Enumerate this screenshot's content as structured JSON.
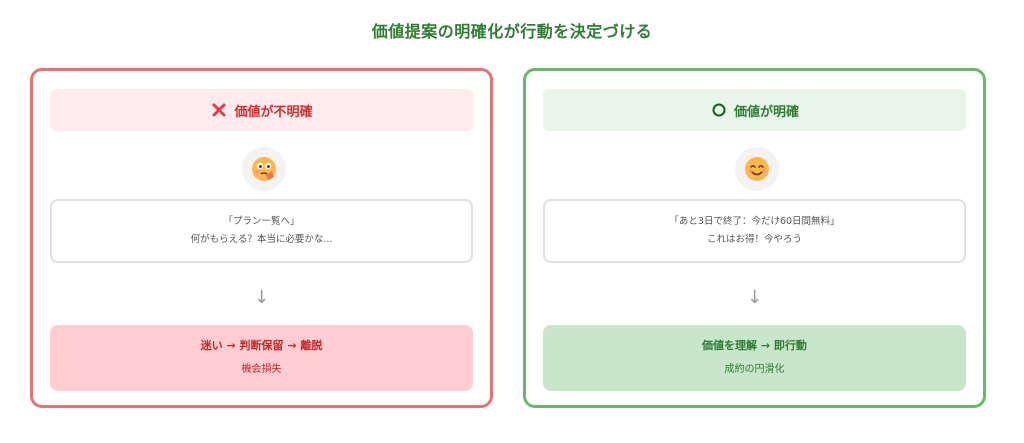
{
  "title": "価値提案の明確化が行動を決定づける",
  "colors": {
    "bad_accent": "#d32f2f",
    "good_accent": "#2e7d32",
    "bad_border": "#e57373",
    "good_border": "#66bb6a"
  },
  "bad": {
    "icon": "cross-icon",
    "face_icon": "confused-thinking-face-icon",
    "header": "価値が不明確",
    "quote_line1": "「プラン一覧へ」",
    "quote_line2": "何がもらえる？本当に必要かな...",
    "arrow": "↓",
    "result_main": "迷い → 判断保留 → 離脱",
    "result_sub": "機会損失"
  },
  "good": {
    "icon": "circle-icon",
    "face_icon": "smiling-face-icon",
    "header": "価値が明確",
    "quote_line1": "「あと3日で終了：今だけ60日間無料」",
    "quote_line2": "これはお得！今やろう",
    "arrow": "↓",
    "result_main": "価値を理解 → 即行動",
    "result_sub": "成約の円滑化"
  }
}
